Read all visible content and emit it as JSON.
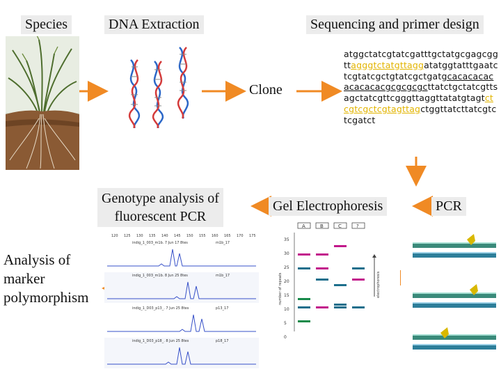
{
  "labels": {
    "species": "Species",
    "dna_extraction": "DNA Extraction",
    "sequencing": "Sequencing and primer design",
    "clone": "Clone",
    "genotype": [
      "Genotype analysis of",
      "fluorescent PCR"
    ],
    "analysis": [
      "Analysis of",
      "marker",
      "polymorphism"
    ],
    "gel": "Gel Electrophoresis",
    "pcr": "PCR"
  },
  "sequence": [
    {
      "t": "atggctatcgtatcgatttgctatgcgagcggtt"
    },
    {
      "t": "agggtctatgttagg",
      "style": "hl"
    },
    {
      "t": "atatggtatttgaatctcgtatcgctgtatcgctgat"
    },
    {
      "t": "gcacacacacacacacacgcgcgcgc",
      "style": "ul"
    },
    {
      "t": "ttatctgctatcgttsagctatcgttcgggttaggttatatgtagt"
    },
    {
      "t": "ctcgtcgctcgtagttag",
      "style": "hl"
    },
    {
      "t": "ctggttatcttatcgtctcgatct"
    }
  ],
  "gel": {
    "lanes": [
      "A",
      "B",
      "C",
      "?"
    ],
    "ylabel": "number of repeats",
    "side_label": "electrophoresis",
    "ticks": [
      "35",
      "30",
      "25",
      "20",
      "15",
      "10",
      "5",
      "0"
    ]
  },
  "traces": {
    "header": [
      "120",
      "125",
      "130",
      "135",
      "140",
      "145",
      "150",
      "155",
      "160",
      "165",
      "170",
      "175"
    ],
    "rows": [
      {
        "label": "indig_1_003_m1b. 7 Jun 17 8tes",
        "id": "m1b_17"
      },
      {
        "label": "indig_1_003_m1b. 8 Jun 25 8tes",
        "id": "m1b_17"
      },
      {
        "label": "indig_1_D03_p13_. 7 Jun 25 8tes",
        "id": "p13_17"
      },
      {
        "label": "indig_1_D03_p18_. 8 Jun 25 8tes",
        "id": "p18_17"
      }
    ]
  },
  "colors": {
    "arrow": "#f08a24",
    "gel_magenta": "#c2188b",
    "gel_teal": "#1d6f8c",
    "gel_green": "#178a4a"
  }
}
